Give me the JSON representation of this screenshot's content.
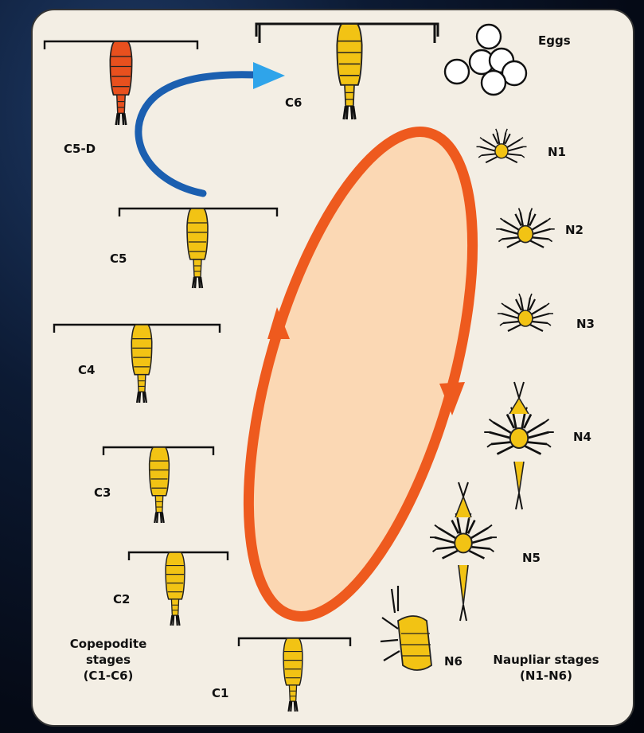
{
  "labels": {
    "eggs": "Eggs",
    "n1": "N1",
    "n2": "N2",
    "n3": "N3",
    "n4": "N4",
    "n5": "N5",
    "n6": "N6",
    "c1": "C1",
    "c2": "C2",
    "c3": "C3",
    "c4": "C4",
    "c5": "C5",
    "c5d": "C5-D",
    "c6": "C6",
    "copepodite_line1": "Copepodite",
    "copepodite_line2": "stages",
    "copepodite_line3": "(C1-C6)",
    "naupliar_line1": "Naupliar stages",
    "naupliar_line2": "(N1-N6)"
  },
  "colors": {
    "panel": "#f3eee4",
    "cycle_stroke": "#ee5a1e",
    "cycle_fill": "#fbd8b4",
    "diapause_arrow": "#1b5fb0",
    "diapause_arrowhead": "#2fa4ea",
    "body_yellow": "#f2c314",
    "body_red": "#e8501e"
  }
}
